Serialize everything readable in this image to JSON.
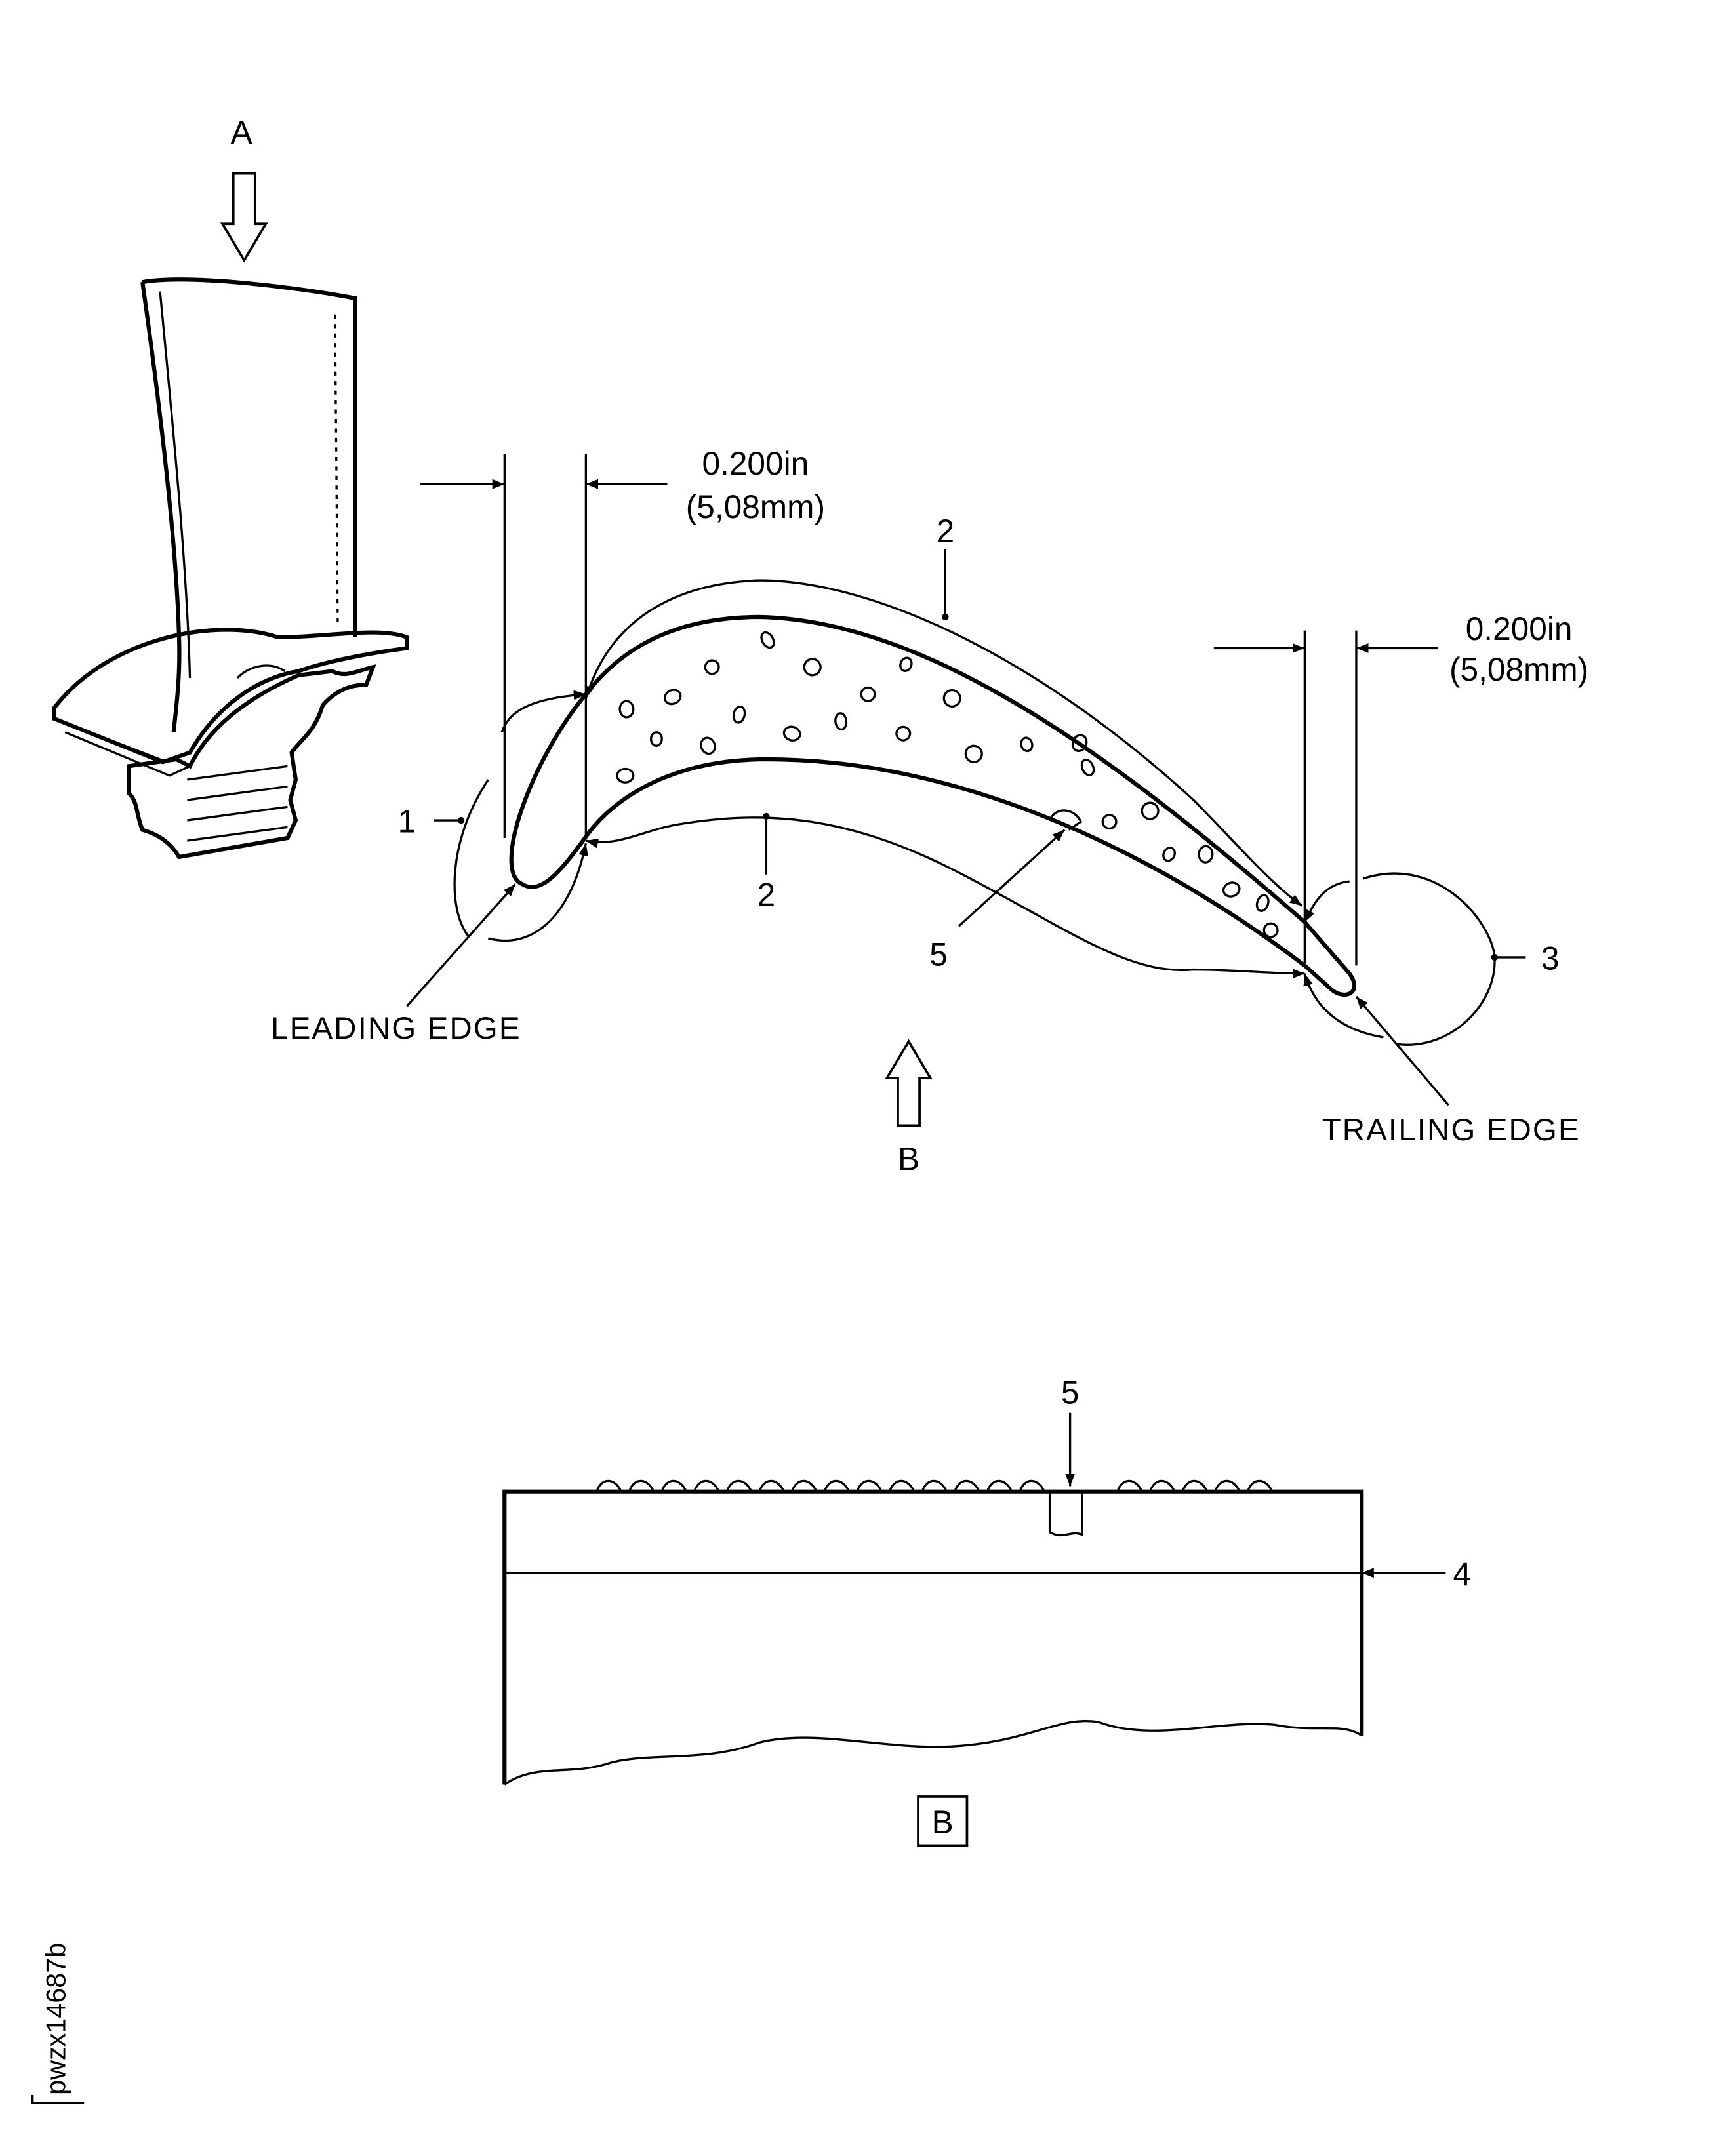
{
  "view_arrows": {
    "a": "A",
    "b": "B"
  },
  "dimensions": {
    "leading": {
      "inch": "0.200in",
      "mm": "(5,08mm)"
    },
    "trailing": {
      "inch": "0.200in",
      "mm": "(5,08mm)"
    }
  },
  "callouts": {
    "zone_1": "1",
    "zone_2_upper": "2",
    "zone_2_lower": "2",
    "zone_3": "3",
    "item_4": "4",
    "item_5_section": "5",
    "item_5_view_b": "5"
  },
  "labels": {
    "leading_edge": "LEADING EDGE",
    "trailing_edge": "TRAILING EDGE",
    "view_b_box": "B"
  },
  "figure_id": "pwzx14687b",
  "colors": {
    "ink": "#000000",
    "paper": "#ffffff"
  }
}
